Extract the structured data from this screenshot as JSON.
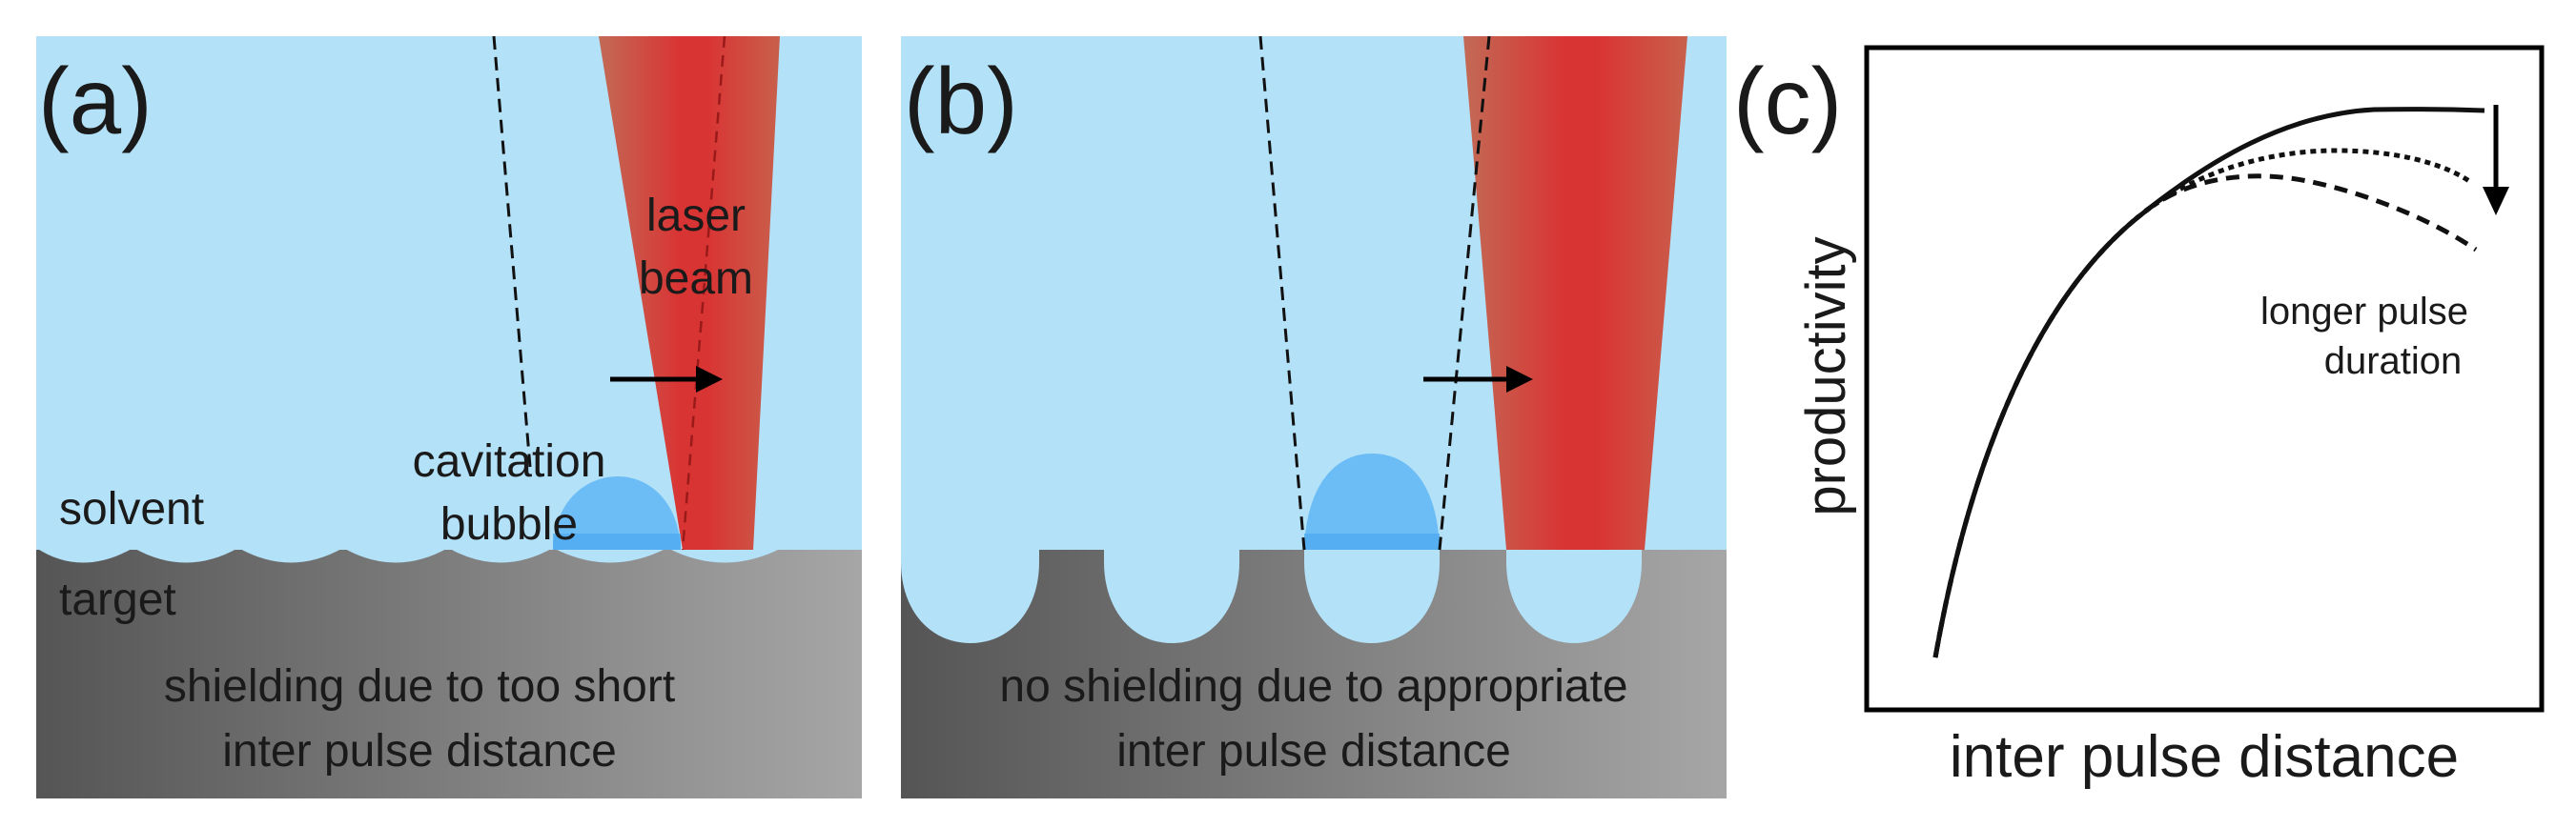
{
  "panel_a": {
    "label": "(a)",
    "laser_label_line1": "laser",
    "laser_label_line2": "beam",
    "bubble_label_line1": "cavitation",
    "bubble_label_line2": "bubble",
    "solvent_label": "solvent",
    "target_label": "target",
    "caption_line1": "shielding due to too short",
    "caption_line2": "inter pulse distance"
  },
  "panel_b": {
    "label": "(b)",
    "caption_line1": "no shielding due to appropriate",
    "caption_line2": "inter pulse distance"
  },
  "panel_c": {
    "label": "(c)",
    "xlabel": "inter pulse distance",
    "ylabel": "productivity",
    "annotation_line1": "longer pulse",
    "annotation_line2": "duration"
  },
  "colors": {
    "solvent": "#b3e1f8",
    "target_dark": "#5a5a5a",
    "target_light": "#a3a3a3",
    "laser_core": "#d93232",
    "laser_edge": "#c86450",
    "bubble": "#6cbcf5",
    "bubble_dark": "#4aa8ef",
    "curve": "#111111"
  }
}
